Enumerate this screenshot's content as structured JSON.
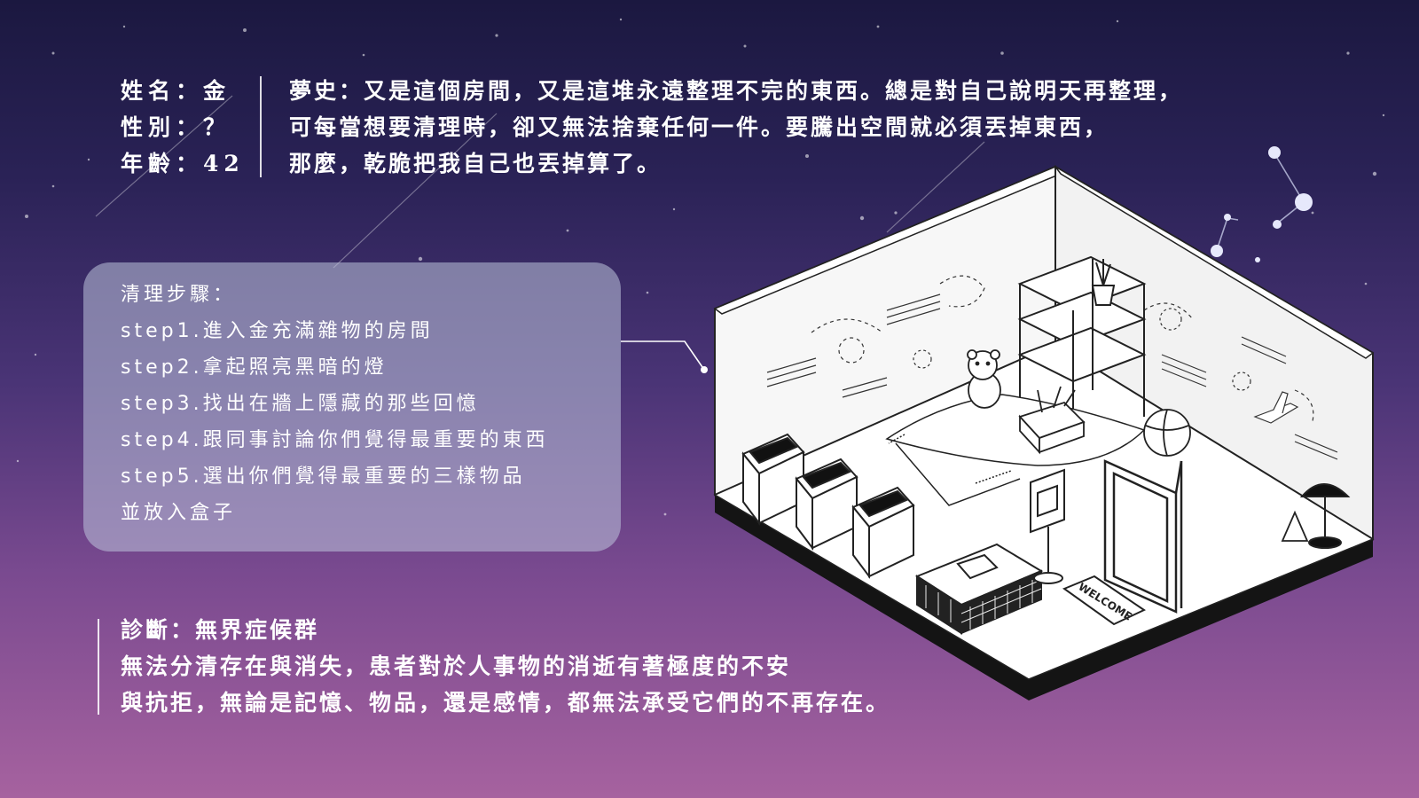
{
  "profile": {
    "name_line": "姓名：金",
    "gender_line": "性別：？",
    "age_line": "年齡：42"
  },
  "dream_history": {
    "lines": [
      "夢史：又是這個房間，又是這堆永遠整理不完的東西。總是對自己說明天再整理，",
      "可每當想要清理時，卻又無法捨棄任何一件。要騰出空間就必須丟掉東西，",
      "那麼，乾脆把我自己也丟掉算了。"
    ]
  },
  "cleanup_steps": {
    "title": "清理步驟：",
    "lines": [
      "step1.進入金充滿雜物的房間",
      "step2.拿起照亮黑暗的燈",
      "step3.找出在牆上隱藏的那些回憶",
      "step4.跟同事討論你們覺得最重要的東西",
      "step5.選出你們覺得最重要的三樣物品",
      "並放入盒子"
    ]
  },
  "diagnosis": {
    "title": "診斷：無界症候群",
    "lines": [
      "無法分清存在與消失，患者對於人事物的消逝有著極度的不安",
      "與抗拒，無論是記憶、物品，還是感情，都無法承受它們的不再存在。"
    ]
  },
  "room": {
    "doormat_text": "WELCOME"
  },
  "colors": {
    "sky_top": "#1b1840",
    "sky_bottom": "#a6629f",
    "card": "#bec4dc"
  }
}
